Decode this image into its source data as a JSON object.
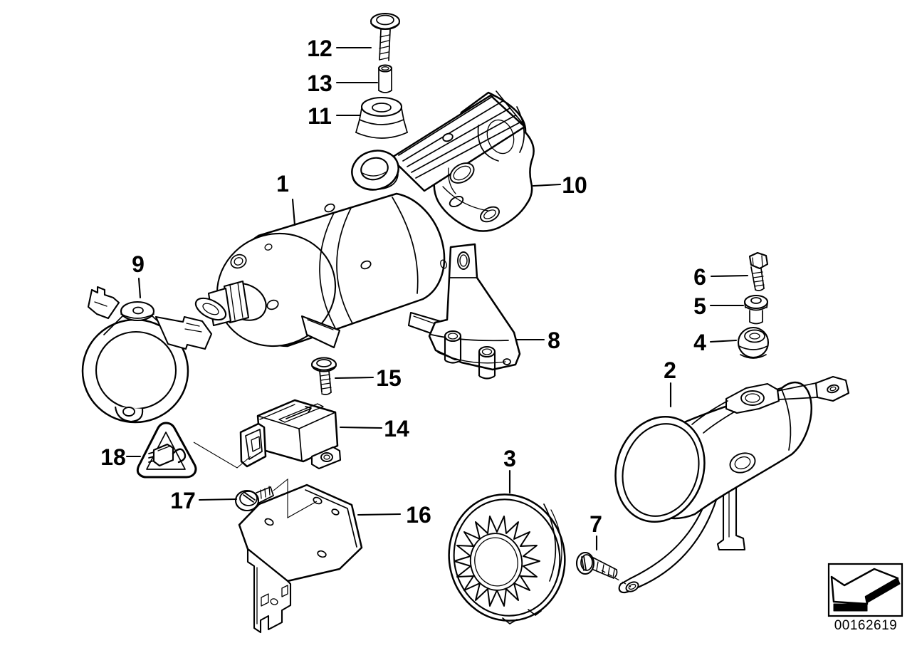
{
  "colors": {
    "line": "#000000",
    "background": "#ffffff"
  },
  "icons": {
    "nav_arrow": "back-arrow-3d"
  },
  "diagram": {
    "callouts": [
      "1",
      "2",
      "3",
      "4",
      "5",
      "6",
      "7",
      "8",
      "9",
      "10",
      "11",
      "12",
      "13",
      "14",
      "15",
      "16",
      "17",
      "18"
    ],
    "code": "00162619"
  }
}
